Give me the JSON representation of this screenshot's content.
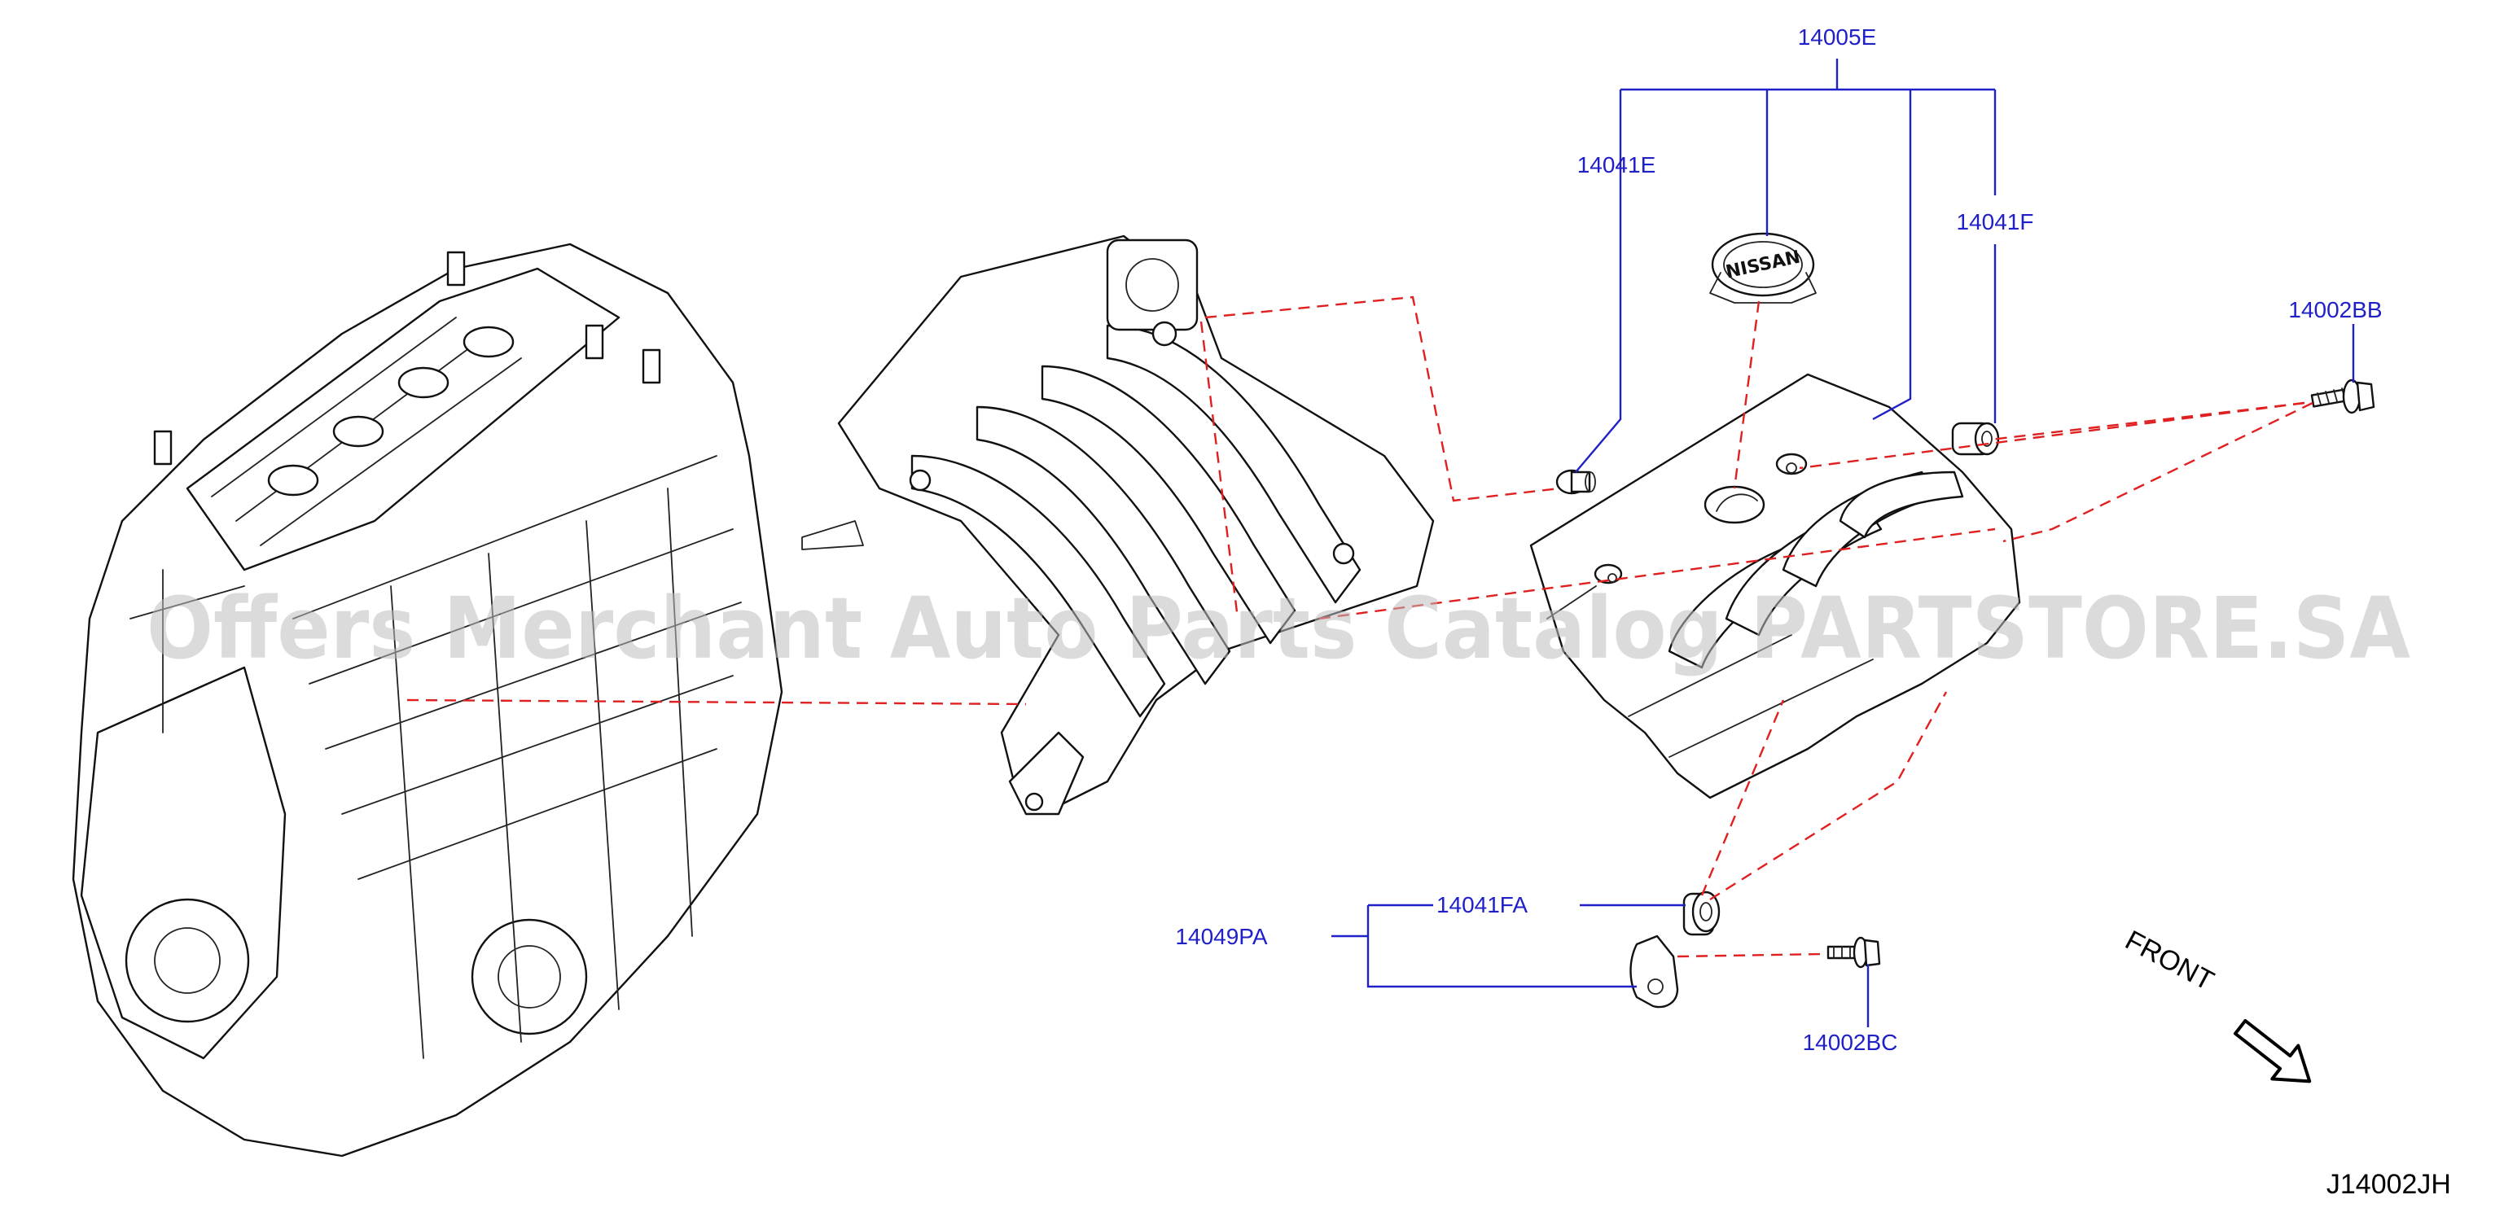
{
  "diagram": {
    "part_labels": {
      "p14005E": "14005E",
      "p14041E": "14041E",
      "p14041F": "14041F",
      "p14002BB": "14002BB",
      "p14041FA": "14041FA",
      "p14049PA": "14049PA",
      "p14002BC": "14002BC"
    },
    "front_label": "FRONT",
    "diagram_code": "J14002JH",
    "watermark": "Offers Merchant Auto Parts Catalog PARTSTORE.SA",
    "badge_text": "NISSAN",
    "colors": {
      "label_blue": "#2020c8",
      "leader_blue": "#2020c8",
      "dashed_red": "#e02020",
      "line_black": "#111111",
      "watermark_gray": "#bdbdbd"
    }
  }
}
